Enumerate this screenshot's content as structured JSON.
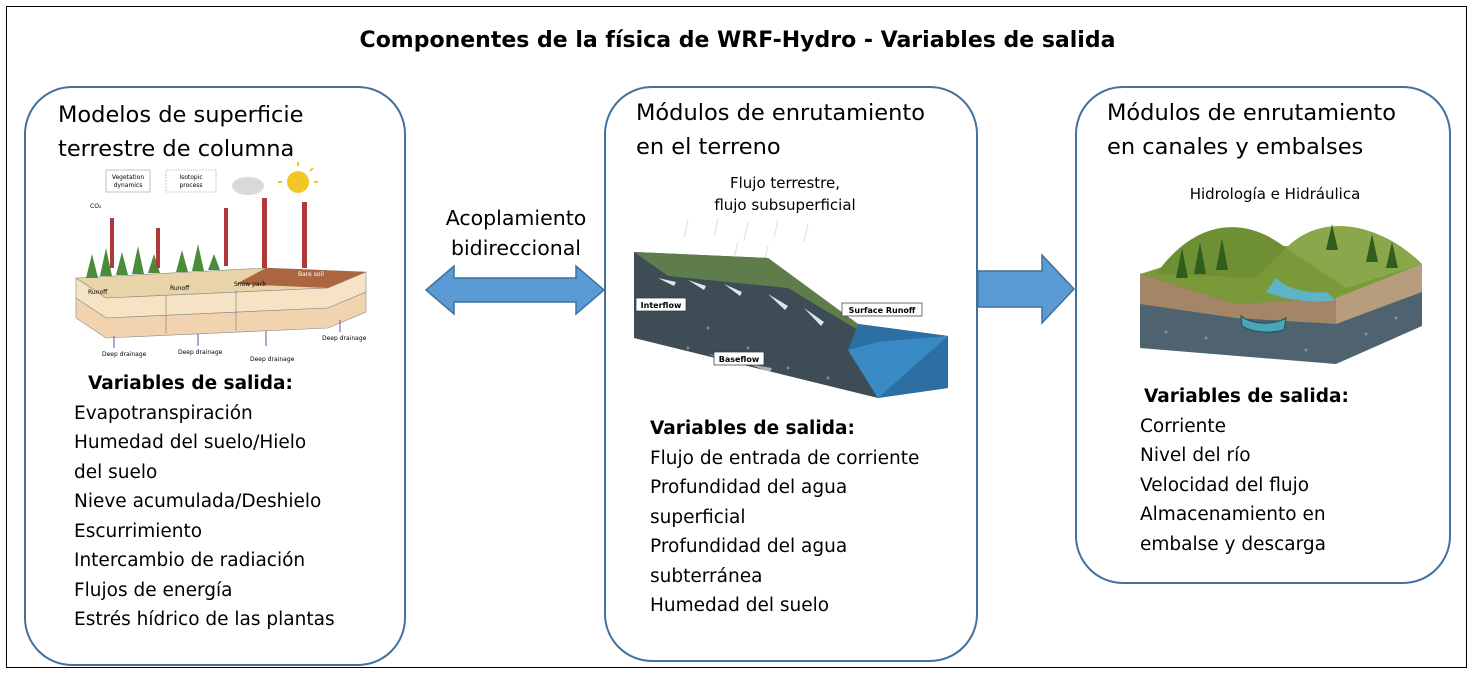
{
  "title": "Componentes de la física de WRF-Hydro - Variables de salida",
  "coupling_label": "Acoplamiento\nbidireccional",
  "colors": {
    "panel_border": "#41719c",
    "arrow_fill": "#5b9bd5",
    "arrow_stroke": "#41719c"
  },
  "panels": [
    {
      "title": "Modelos de superficie\nterrestre de columna",
      "output_header": "Variables de salida:",
      "outputs": [
        "Evapotranspiración",
        "Humedad del suelo/Hielo\ndel suelo",
        "Nieve acumulada/Deshielo",
        "Escurrimiento",
        "Intercambio de radiación",
        "Flujos de energía",
        "Estrés hídrico de las plantas"
      ],
      "image_labels": {
        "vegetation": "Vegetation\ndynamics",
        "isotopes": "Isotopic\nprocess",
        "co2": "CO₂",
        "bare_soil": "Bare soil",
        "runoff": "Runoff",
        "snow": "Snow pack",
        "deep_drainage": "Deep drainage"
      }
    },
    {
      "title": "Módulos de enrutamiento\nen el terreno",
      "caption": "Flujo terrestre,\nflujo subsuperficial",
      "output_header": "Variables de salida:",
      "outputs": [
        "Flujo de entrada de corriente",
        "Profundidad del agua\nsuperficial",
        "Profundidad del agua\nsubterránea",
        "Humedad del suelo"
      ],
      "image_labels": {
        "interflow": "Interflow",
        "surface_runoff": "Surface Runoff",
        "baseflow": "Baseflow"
      }
    },
    {
      "title": "Módulos de enrutamiento\nen canales y embalses",
      "caption": "Hidrología e Hidráulica",
      "output_header": "Variables de salida:",
      "outputs": [
        "Corriente",
        "Nivel del río",
        "Velocidad del flujo",
        "Almacenamiento en\nembalse y descarga"
      ]
    }
  ]
}
